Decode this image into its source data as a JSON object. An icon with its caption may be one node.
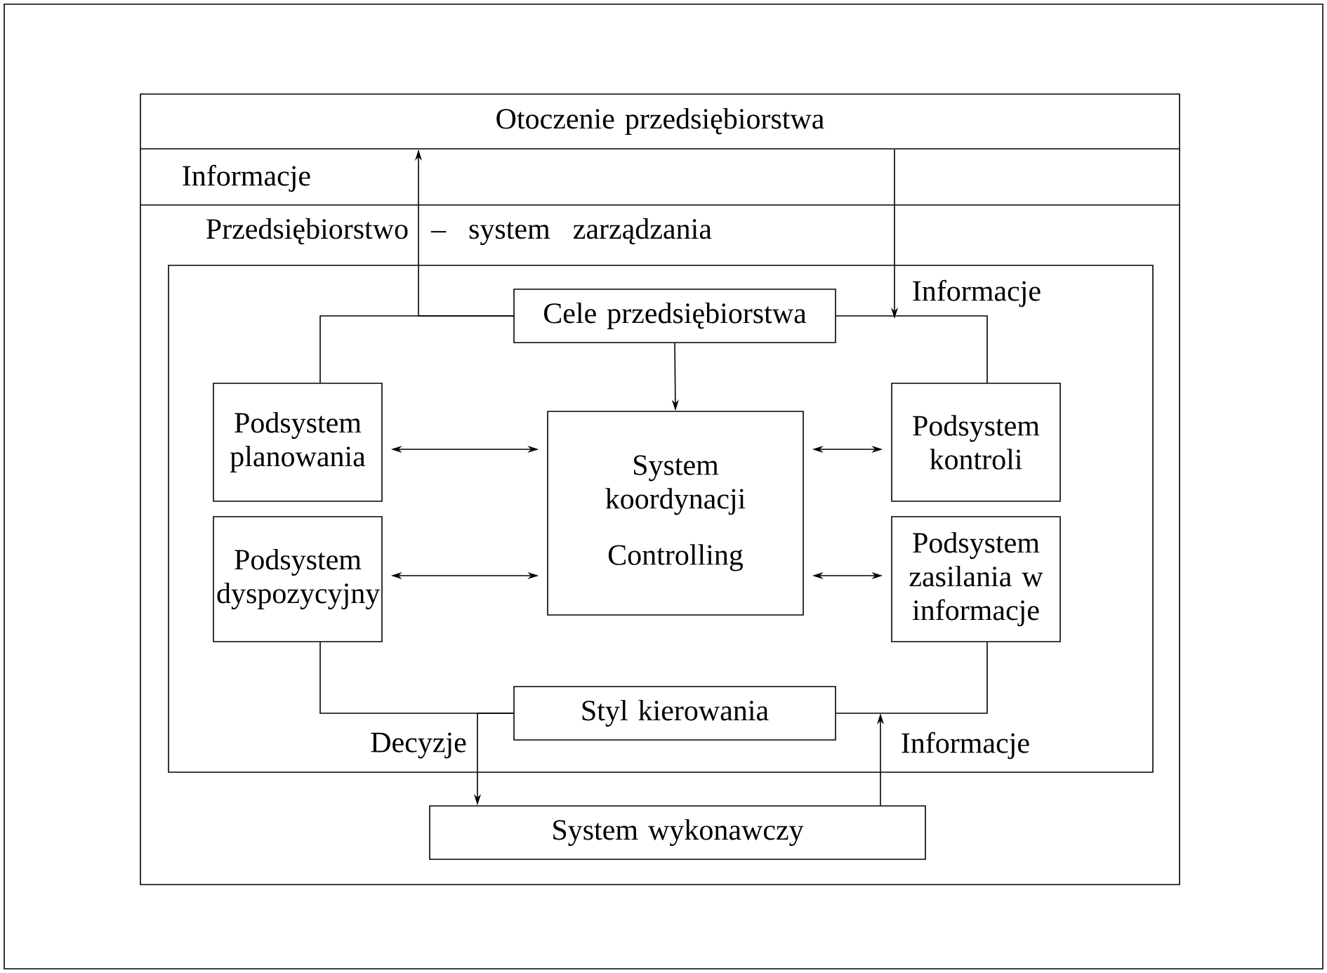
{
  "diagram": {
    "nodes": [
      {
        "text": [
          "Otoczenie przedsiębiorstwa"
        ]
      },
      {
        "text": [
          "Przedsiębiorstwo – system zarządzania"
        ]
      },
      {
        "text": [],
        "shape": "box",
        "in": 1
      },
      {
        "text": [
          "Cele przedsiębiorstwa"
        ],
        "in": 2
      },
      {
        "text": [
          "Podsystem planowania"
        ],
        "in": 2
      },
      {
        "text": [
          "System koordynacji",
          "Controlling"
        ],
        "in": 2
      },
      {
        "text": [
          "Podsystem kontroli"
        ],
        "in": 2
      },
      {
        "text": [
          "Podsystem dyspozycyjny"
        ],
        "in": 2
      },
      {
        "text": [
          "Podsystem zasilania w informacje"
        ],
        "in": 2
      },
      {
        "text": [
          "Styl kierowania"
        ],
        "in": 2
      },
      {
        "text": [
          "System wykonawczy"
        ],
        "in": 1
      }
    ],
    "edges": [
      {
        "from": 3,
        "to": 5,
        "arrow": "to"
      },
      {
        "from": 4,
        "to": 5,
        "arrow": "both"
      },
      {
        "from": 7,
        "to": 5,
        "arrow": "both"
      },
      {
        "from": 5,
        "to": 6,
        "arrow": "both"
      },
      {
        "from": 5,
        "to": 8,
        "arrow": "both"
      },
      {
        "from": 3,
        "to": 4,
        "arrow": "none"
      },
      {
        "from": 3,
        "to": 6,
        "arrow": "none"
      },
      {
        "from": 7,
        "to": 9,
        "arrow": "none"
      },
      {
        "from": 8,
        "to": 9,
        "arrow": "none"
      },
      {
        "from": 3,
        "to": 0,
        "arrow": "to",
        "label": "Informacje"
      },
      {
        "from": 0,
        "to": null,
        "arrow": "to",
        "label": "Informacje"
      },
      {
        "from": 9,
        "to": 10,
        "arrow": "to",
        "label": "Decyzje"
      },
      {
        "from": 10,
        "to": null,
        "arrow": "to",
        "label": "Informacje"
      }
    ]
  }
}
